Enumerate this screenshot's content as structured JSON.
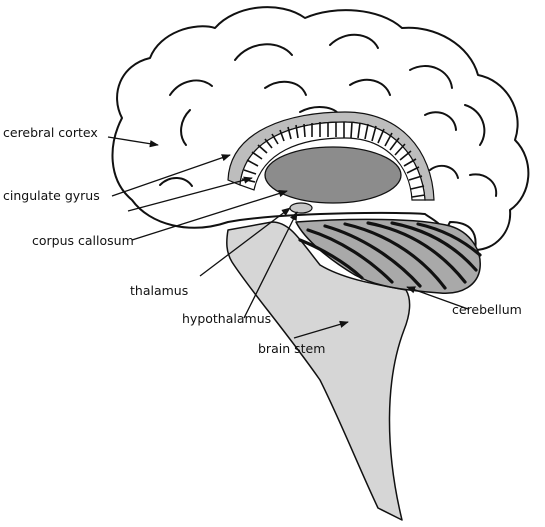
{
  "labels": {
    "cerebral_cortex": "cerebral cortex",
    "cingulate_gyrus": "cingulate gyrus",
    "corpus_callosum": "corpus callosum",
    "thalamus": "thalamus",
    "hypothalamus": "hypothalamus",
    "brain_stem": "brain stem",
    "cerebellum": "cerebellum"
  },
  "colors": {
    "outline": "#111111",
    "cingulate_fill": "#bdbdbd",
    "thalamus_fill": "#8c8c8c",
    "cerebellum_fill": "#a9a9a9",
    "brainstem_fill": "#d6d6d6",
    "hypothalamus_fill": "#c8c8c8"
  }
}
